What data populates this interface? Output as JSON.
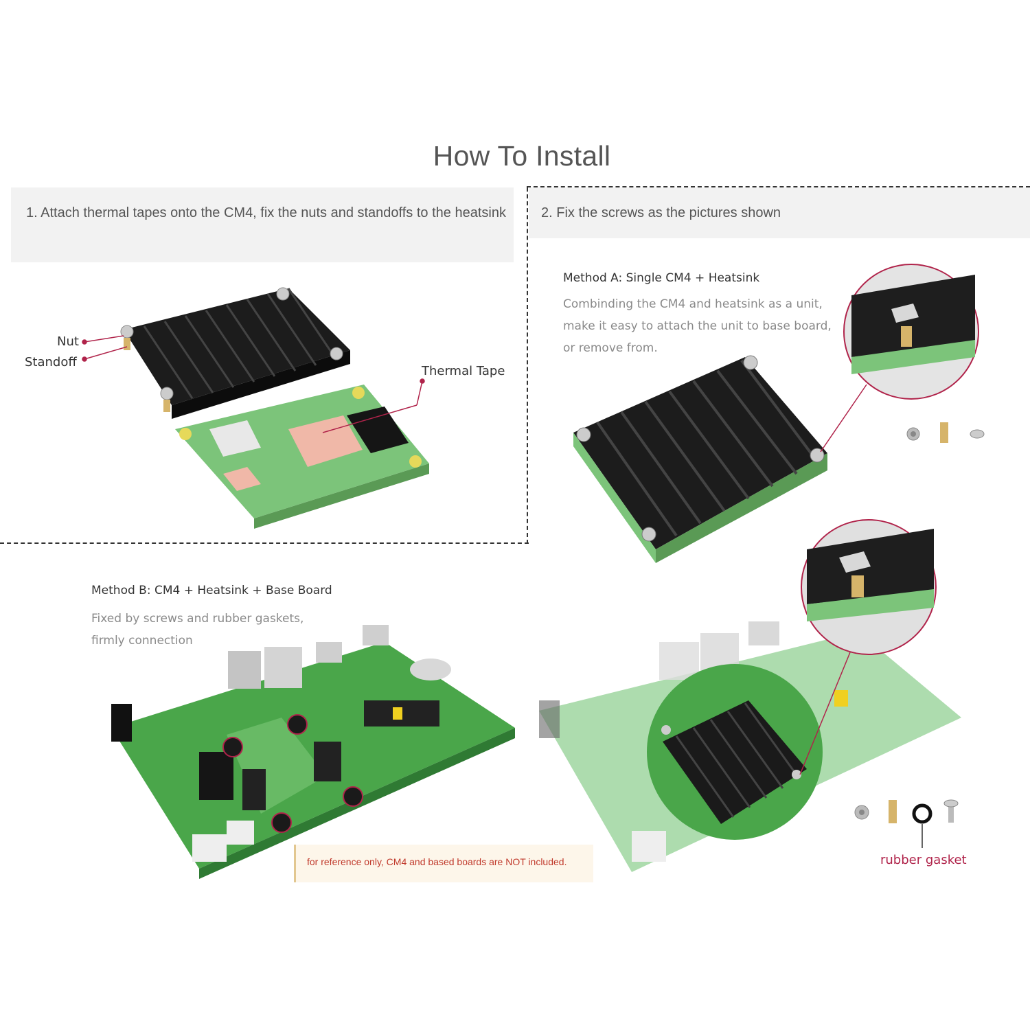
{
  "title": "How To Install",
  "step1": {
    "text": "1. Attach thermal tapes onto the CM4, fix the nuts and standoffs to the heatsink",
    "labels": {
      "nut": "Nut",
      "standoff": "Standoff",
      "thermal_tape": "Thermal Tape"
    }
  },
  "step2": {
    "text": "2. Fix the screws as the pictures shown",
    "method_a": {
      "title": "Method A: Single CM4 + Heatsink",
      "desc_lines": [
        "Combinding the CM4 and heatsink as a unit,",
        "make it easy to attach the unit to base board,",
        "or remove from."
      ]
    }
  },
  "method_b": {
    "title": "Method B: CM4 + Heatsink + Base Board",
    "desc_lines": [
      "Fixed by screws and rubber gaskets,",
      "firmly connection"
    ]
  },
  "note": "for reference only, CM4 and based boards are NOT included.",
  "gasket_label": "rubber gasket",
  "colors": {
    "pcb_green": "#4aa64a",
    "pcb_light": "#7cc47a",
    "heatsink": "#1c1c1c",
    "thermal_tape": "#f0b8a8",
    "callout": "#b0234a",
    "note_text": "#c0392b"
  }
}
